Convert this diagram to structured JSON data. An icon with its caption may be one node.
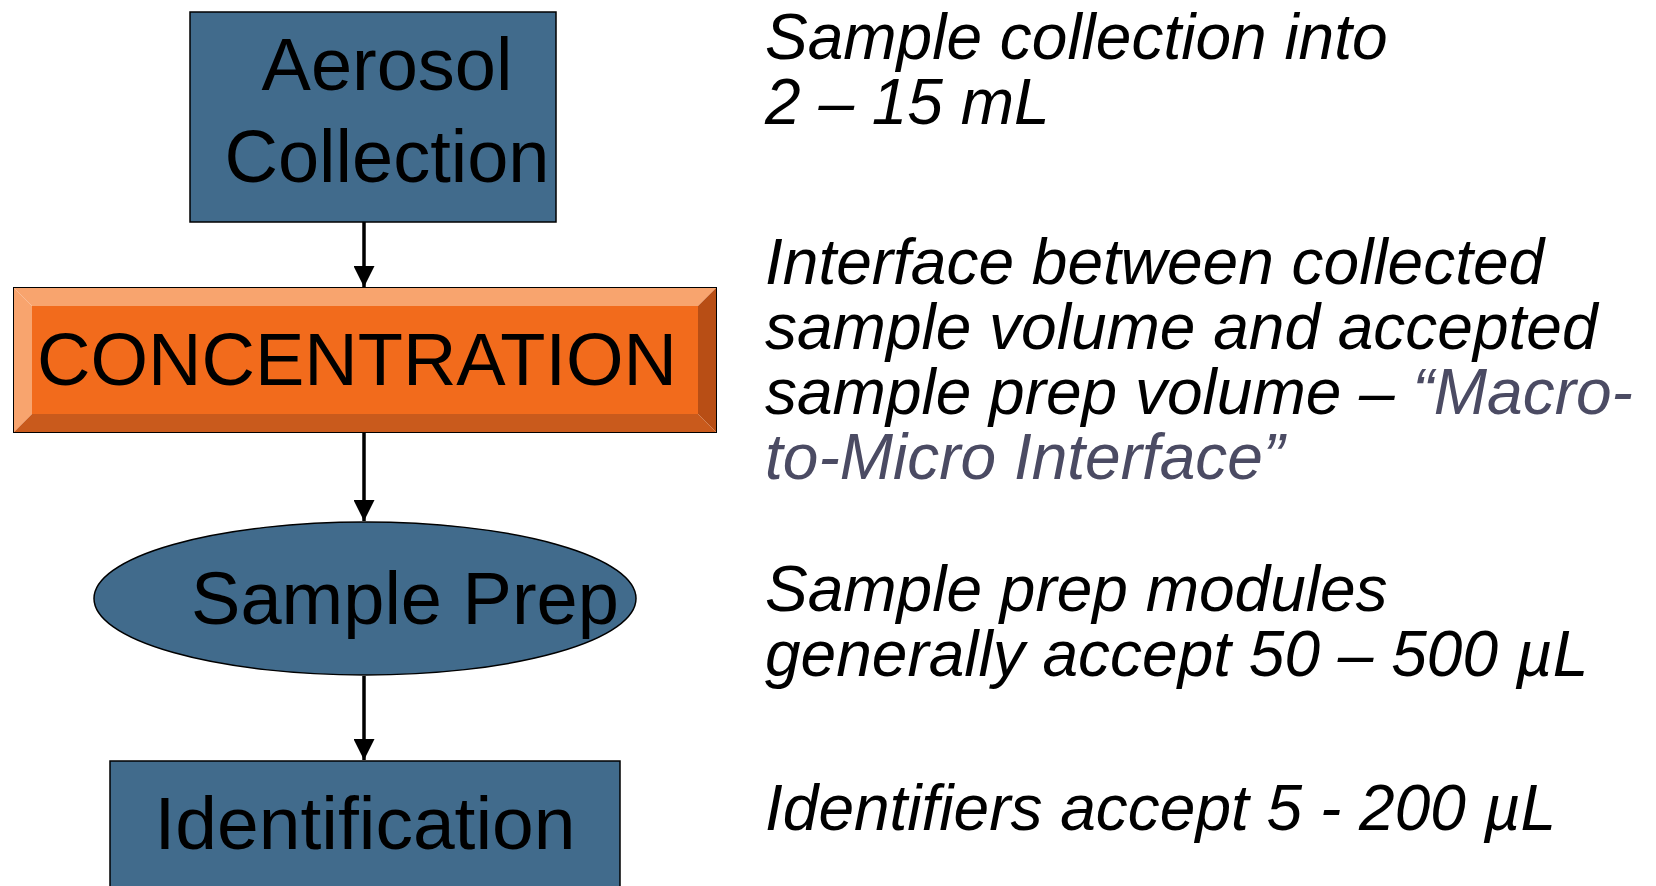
{
  "diagram": {
    "nodes": [
      {
        "text": [
          "Aerosol Collection"
        ]
      },
      {
        "text": [
          "CONCENTRATION"
        ]
      },
      {
        "text": [
          "Sample Prep"
        ]
      },
      {
        "text": [
          "Identification"
        ]
      }
    ],
    "edges": [
      {
        "from": 0,
        "to": 1,
        "arrow": "to"
      },
      {
        "from": 1,
        "to": 2,
        "arrow": "to"
      },
      {
        "from": 2,
        "to": 3,
        "arrow": "to"
      }
    ],
    "labels": [
      "Sample collection into 2 – 15 mL",
      "Interface between collected sample volume and accepted sample prep volume –",
      "“Macro-to-Micro Interface”",
      "Sample prep modules generally accept 50 – 500 µL",
      "Identifiers accept 5 - 200 µL"
    ]
  }
}
